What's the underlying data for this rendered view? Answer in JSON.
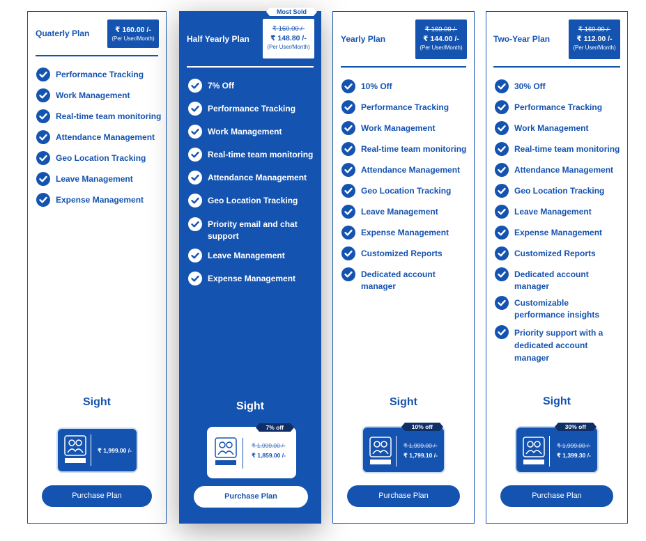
{
  "colors": {
    "brand": "#1553b0",
    "ribbon": "#0f2f66",
    "white": "#ffffff"
  },
  "icons": {
    "check": "check-circle-icon",
    "logo": "sight-logo-icon"
  },
  "plans": [
    {
      "title": "Quaterly Plan",
      "price_old": "",
      "price_now": "₹ 160.00 /-",
      "price_unit": "(Per User/Month)",
      "features": [
        "Performance Tracking",
        "Work Management",
        "Real-time team monitoring",
        "Attendance Management",
        "Geo Location Tracking",
        "Leave Management",
        "Expense Management"
      ],
      "brand": "Sight",
      "product_badge": "",
      "product_old_price": "",
      "product_price": "₹ 1,999.00 /-",
      "button": "Purchase Plan"
    },
    {
      "title": "Half Yearly Plan",
      "badge": "Most Sold",
      "price_old": "₹ 160.00 /-",
      "price_now": "₹ 148.80 /-",
      "price_unit": "(Per User/Month)",
      "features": [
        "7% Off",
        "Performance Tracking",
        "Work Management",
        "Real-time team monitoring",
        "Attendance Management",
        "Geo Location Tracking",
        "Priority email and chat support",
        "Leave Management",
        "Expense Management"
      ],
      "brand": "Sight",
      "product_badge": "7% off",
      "product_old_price": "₹ 1,999.00 /-",
      "product_price": "₹ 1,859.00 /-",
      "button": "Purchase Plan"
    },
    {
      "title": "Yearly Plan",
      "price_old": "₹ 160.00 /-",
      "price_now": "₹ 144.00 /-",
      "price_unit": "(Per User/Month)",
      "features": [
        "10% Off",
        "Performance Tracking",
        "Work Management",
        "Real-time team monitoring",
        "Attendance Management",
        "Geo Location Tracking",
        "Leave Management",
        "Expense Management",
        "Customized Reports",
        "Dedicated account manager"
      ],
      "brand": "Sight",
      "product_badge": "10% off",
      "product_old_price": "₹ 1,999.00 /-",
      "product_price": "₹ 1,799.10 /-",
      "button": "Purchase Plan"
    },
    {
      "title": "Two-Year Plan",
      "price_old": "₹ 160.00 /-",
      "price_now": "₹ 112.00 /-",
      "price_unit": "(Per User/Month)",
      "features": [
        "30% Off",
        "Performance Tracking",
        "Work Management",
        "Real-time team monitoring",
        "Attendance Management",
        "Geo Location Tracking",
        "Leave Management",
        "Expense Management",
        "Customized Reports",
        "Dedicated account manager",
        "Customizable performance insights",
        "Priority support with a dedicated account manager"
      ],
      "brand": "Sight",
      "product_badge": "30% off",
      "product_old_price": "₹ 1,999.00 /-",
      "product_price": "₹ 1,399.30 /-",
      "button": "Purchase Plan"
    }
  ]
}
